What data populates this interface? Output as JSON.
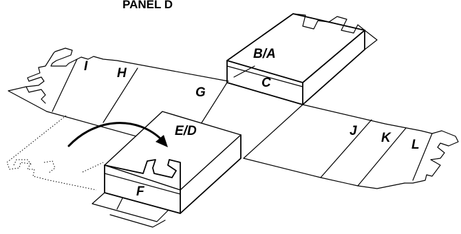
{
  "title": "PANEL D",
  "panels": {
    "I": "I",
    "H": "H",
    "G": "G",
    "BA": "B/A",
    "C": "C",
    "ED": "E/D",
    "F": "F",
    "J": "J",
    "K": "K",
    "L": "L"
  },
  "colors": {
    "stroke": "#000000",
    "background": "#ffffff"
  },
  "icons": {
    "fold_arrow": "curved-arrow-icon"
  }
}
